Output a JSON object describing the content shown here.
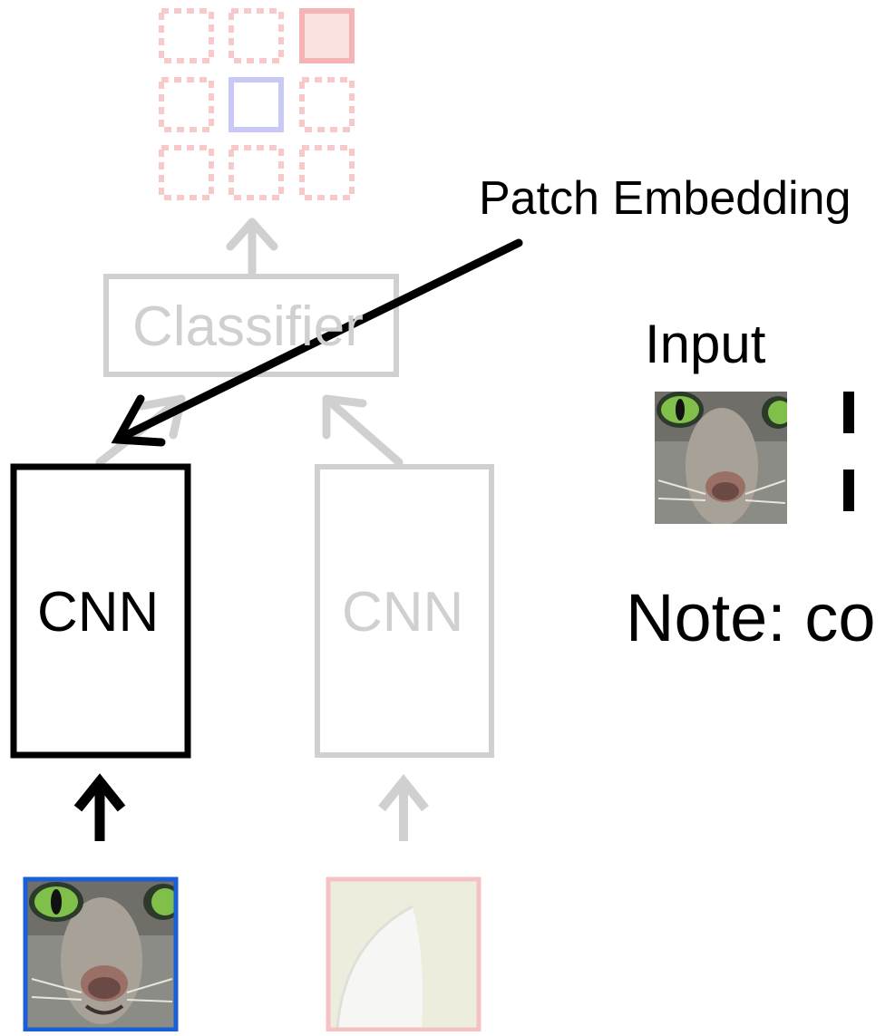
{
  "diagram": {
    "patch_embedding_label": "Patch Embedding",
    "classifier_label": "Classifier",
    "cnn_active_label": "CNN",
    "cnn_faded_label": "CNN",
    "input_label": "Input",
    "note_text": "Note: co",
    "colors": {
      "black": "#000000",
      "faded_gray": "#d0d0d0",
      "faded_red": "#f7c9c9",
      "faded_blue": "#c9c9f5",
      "active_patch_border": "#1a5fd6",
      "faded_patch_border": "#f5c2c2"
    },
    "grid_cells": [
      [
        "dashed",
        "dashed",
        "filled-red"
      ],
      [
        "dashed",
        "solid-blue",
        "dashed"
      ],
      [
        "dashed",
        "dashed",
        "dashed"
      ]
    ]
  }
}
